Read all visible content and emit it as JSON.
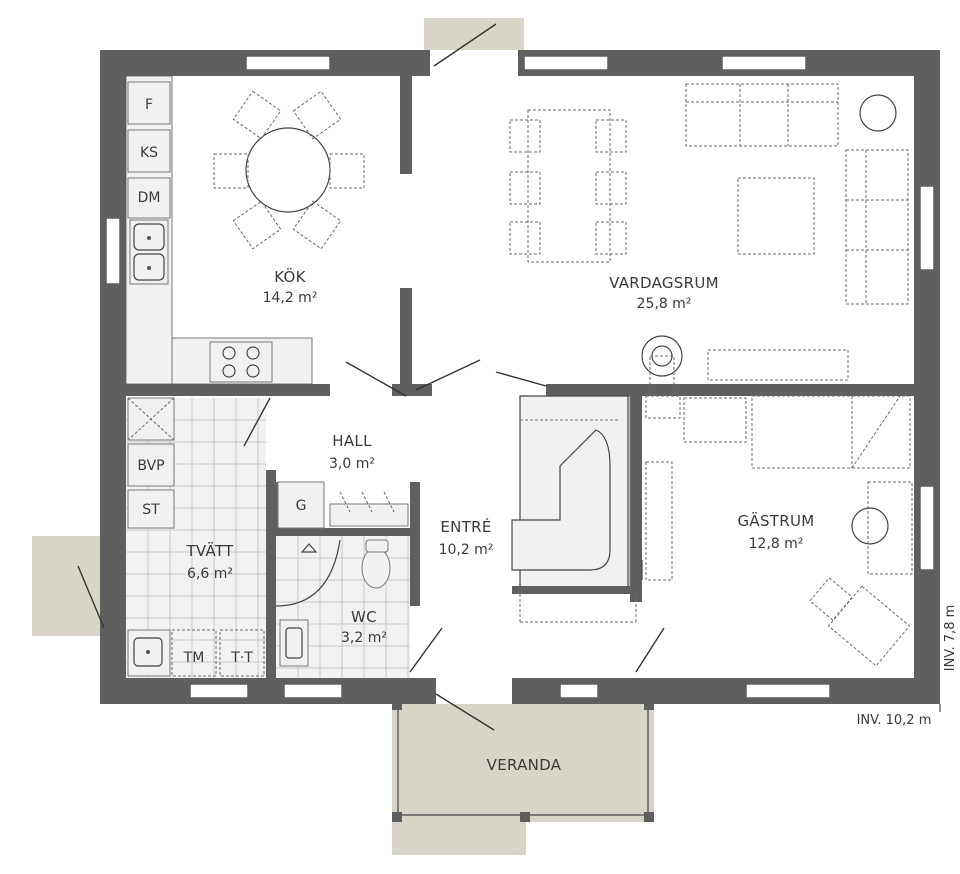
{
  "rooms": {
    "kok": {
      "name": "KÖK",
      "area": "14,2 m²"
    },
    "vardagsrum": {
      "name": "VARDAGSRUM",
      "area": "25,8 m²"
    },
    "hall": {
      "name": "HALL",
      "area": "3,0 m²"
    },
    "entre": {
      "name": "ENTRÉ",
      "area": "10,2 m²"
    },
    "gastrum": {
      "name": "GÄSTRUM",
      "area": "12,8 m²"
    },
    "tvatt": {
      "name": "TVÄTT",
      "area": "6,6 m²"
    },
    "wc": {
      "name": "WC",
      "area": "3,2 m²"
    },
    "veranda": {
      "name": "VERANDA"
    }
  },
  "appliances": {
    "fridge": "F",
    "freezer": "KS",
    "dishwasher": "DM",
    "heat_pump": "BVP",
    "storage": "ST",
    "wardrobe": "G",
    "washer": "TM",
    "dryer": "T·T"
  },
  "dimensions": {
    "depth": "INV. 7,8 m",
    "width": "INV. 10,2 m"
  },
  "colors": {
    "wall": "#5f5f60",
    "tile": "#f2f2f2",
    "veranda": "#d9d4c8"
  }
}
